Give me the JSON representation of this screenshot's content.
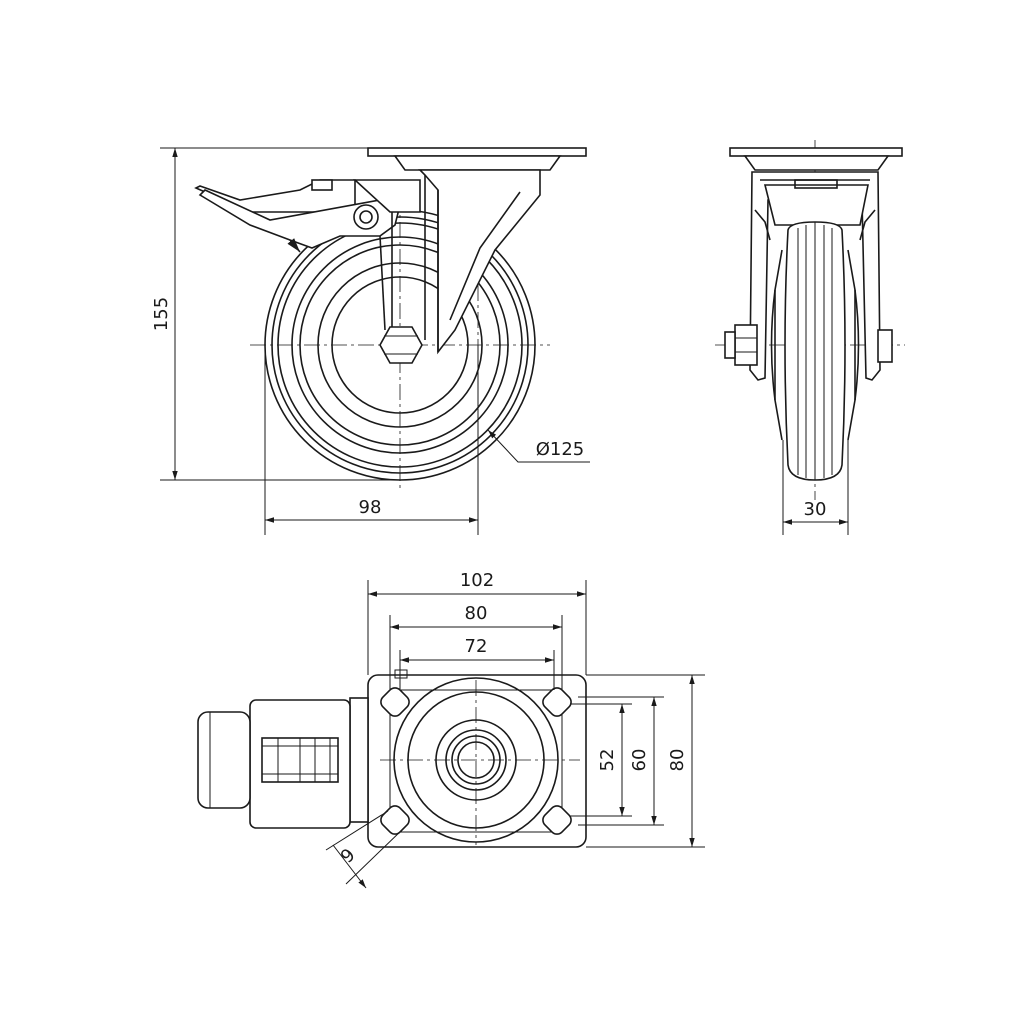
{
  "dimensions": {
    "height_155": "155",
    "offset_98": "98",
    "wheel_diameter": "Ø125",
    "wheel_width_30": "30",
    "plate_102": "102",
    "plate_80_top": "80",
    "holes_72": "72",
    "holes_52": "52",
    "holes_60": "60",
    "plate_80_side": "80",
    "hole_9": "9"
  },
  "colors": {
    "line": "#1a1a1a",
    "background": "#ffffff"
  }
}
